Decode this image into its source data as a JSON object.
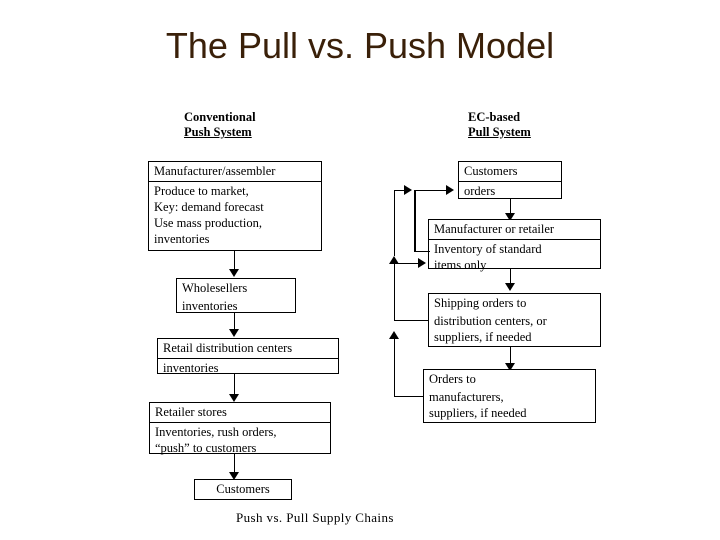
{
  "slide": {
    "title": "The Pull vs. Push Model",
    "title_color": "#3a2009",
    "background": "#ffffff",
    "caption": "Push vs. Pull Supply Chains"
  },
  "columns": {
    "left": {
      "line1": "Conventional",
      "line2": "Push System"
    },
    "right": {
      "line1": "EC-based",
      "line2": "Pull System"
    }
  },
  "push_chain": {
    "boxes": [
      {
        "id": "manufacturer-assembler",
        "header": "Manufacturer/assembler",
        "divider": true,
        "body": "Produce to market,\nKey: demand forecast\nUse mass production,\ninventories"
      },
      {
        "id": "wholesellers",
        "header": "Wholesellers",
        "divider": false,
        "body": "inventories"
      },
      {
        "id": "retail-distribution-centers",
        "header": "Retail distribution centers",
        "divider": true,
        "body": "inventories"
      },
      {
        "id": "retailer-stores",
        "header": "Retailer stores",
        "divider": true,
        "body": "Inventories, rush orders,\n“push” to customers"
      },
      {
        "id": "customers-push",
        "header": "Customers",
        "divider": false,
        "body": ""
      }
    ]
  },
  "pull_chain": {
    "boxes": [
      {
        "id": "customers-orders",
        "header": "Customers",
        "divider": true,
        "body": "orders"
      },
      {
        "id": "manufacturer-or-retailer",
        "header": "Manufacturer or retailer",
        "divider": true,
        "body": "Inventory of standard\nitems only"
      },
      {
        "id": "shipping-orders",
        "header": "Shipping orders to",
        "divider": false,
        "body": "distribution centers, or\nsuppliers, if needed"
      },
      {
        "id": "orders-to-manufacturers",
        "header": "Orders to",
        "divider": false,
        "body": "manufacturers,\nsuppliers, if needed"
      }
    ]
  }
}
